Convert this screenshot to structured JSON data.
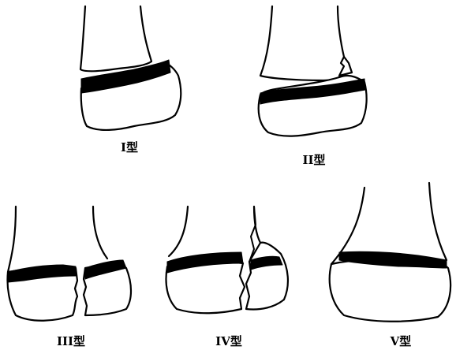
{
  "figure": {
    "panels": [
      {
        "id": "type-1",
        "label": "I型"
      },
      {
        "id": "type-2",
        "label": "II型"
      },
      {
        "id": "type-3",
        "label": "III型"
      },
      {
        "id": "type-4",
        "label": "IV型"
      },
      {
        "id": "type-5",
        "label": "V型"
      }
    ]
  }
}
